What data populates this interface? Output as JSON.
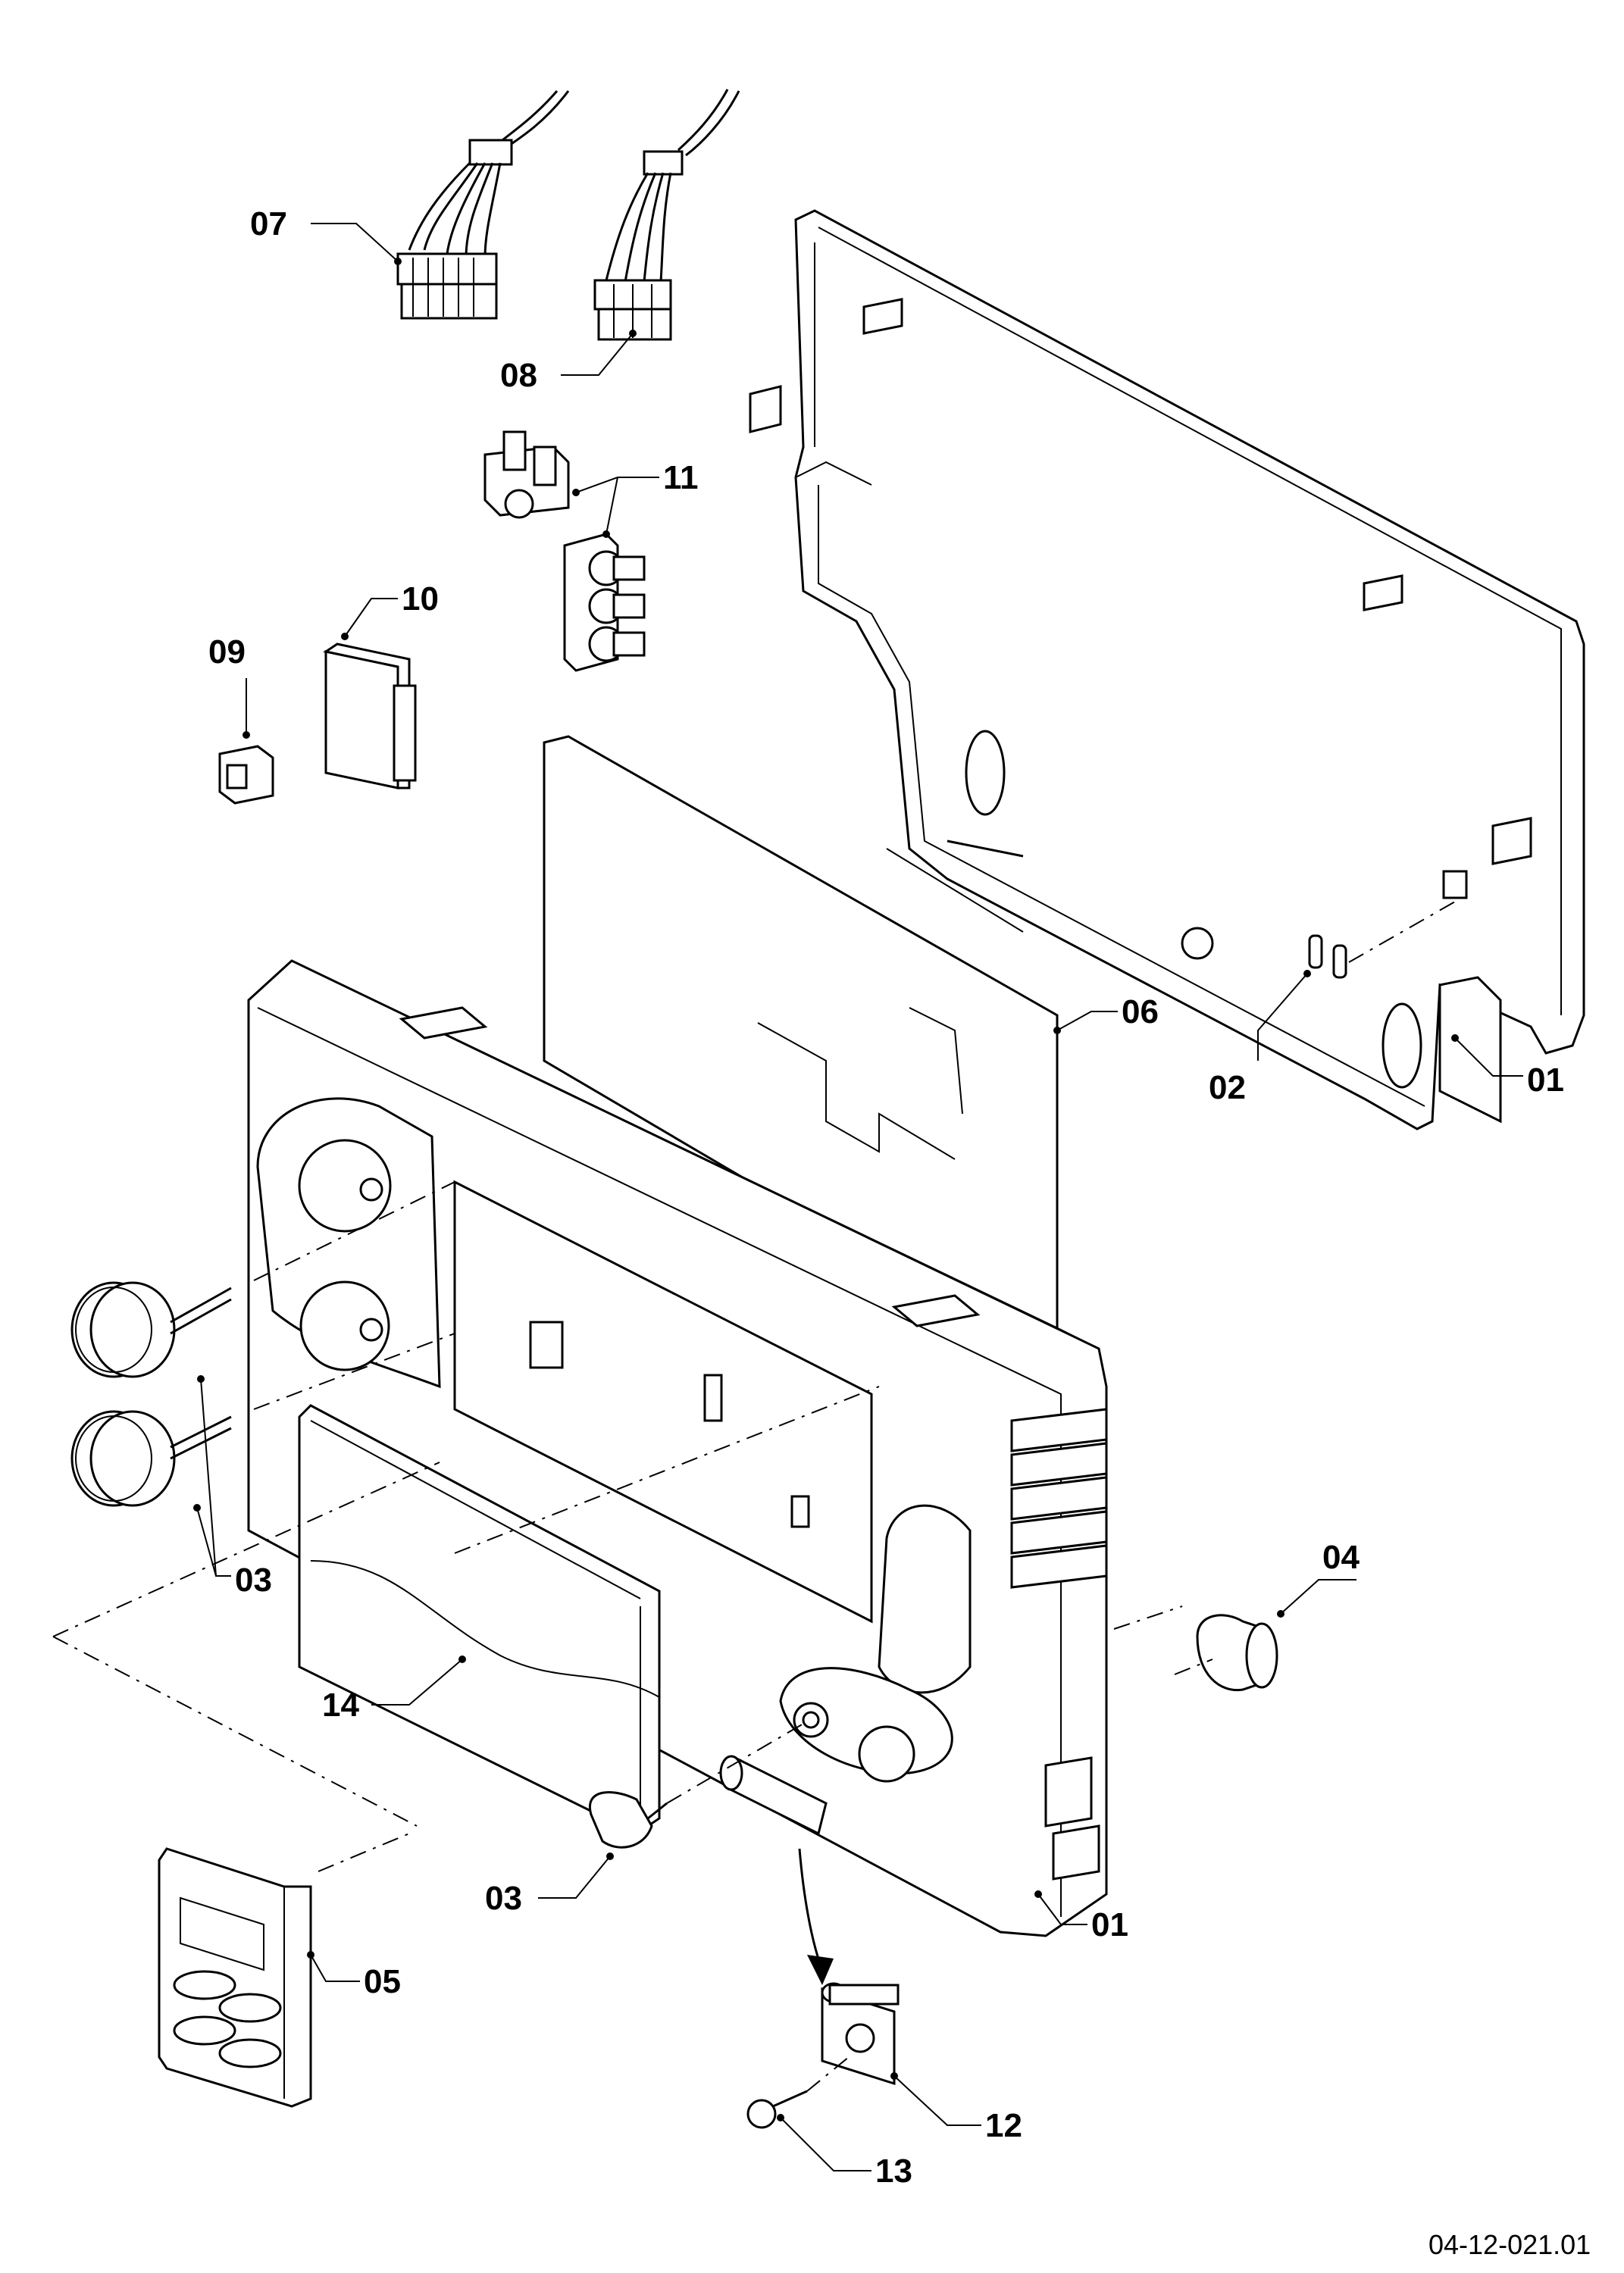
{
  "callouts": {
    "c01a": "01",
    "c01b": "01",
    "c02": "02",
    "c03a": "03",
    "c03b": "03",
    "c04": "04",
    "c05": "05",
    "c06": "06",
    "c07": "07",
    "c08": "08",
    "c09": "09",
    "c10": "10",
    "c11": "11",
    "c12": "12",
    "c13": "13",
    "c14": "14"
  },
  "drawing_number": "04-12-021.01"
}
